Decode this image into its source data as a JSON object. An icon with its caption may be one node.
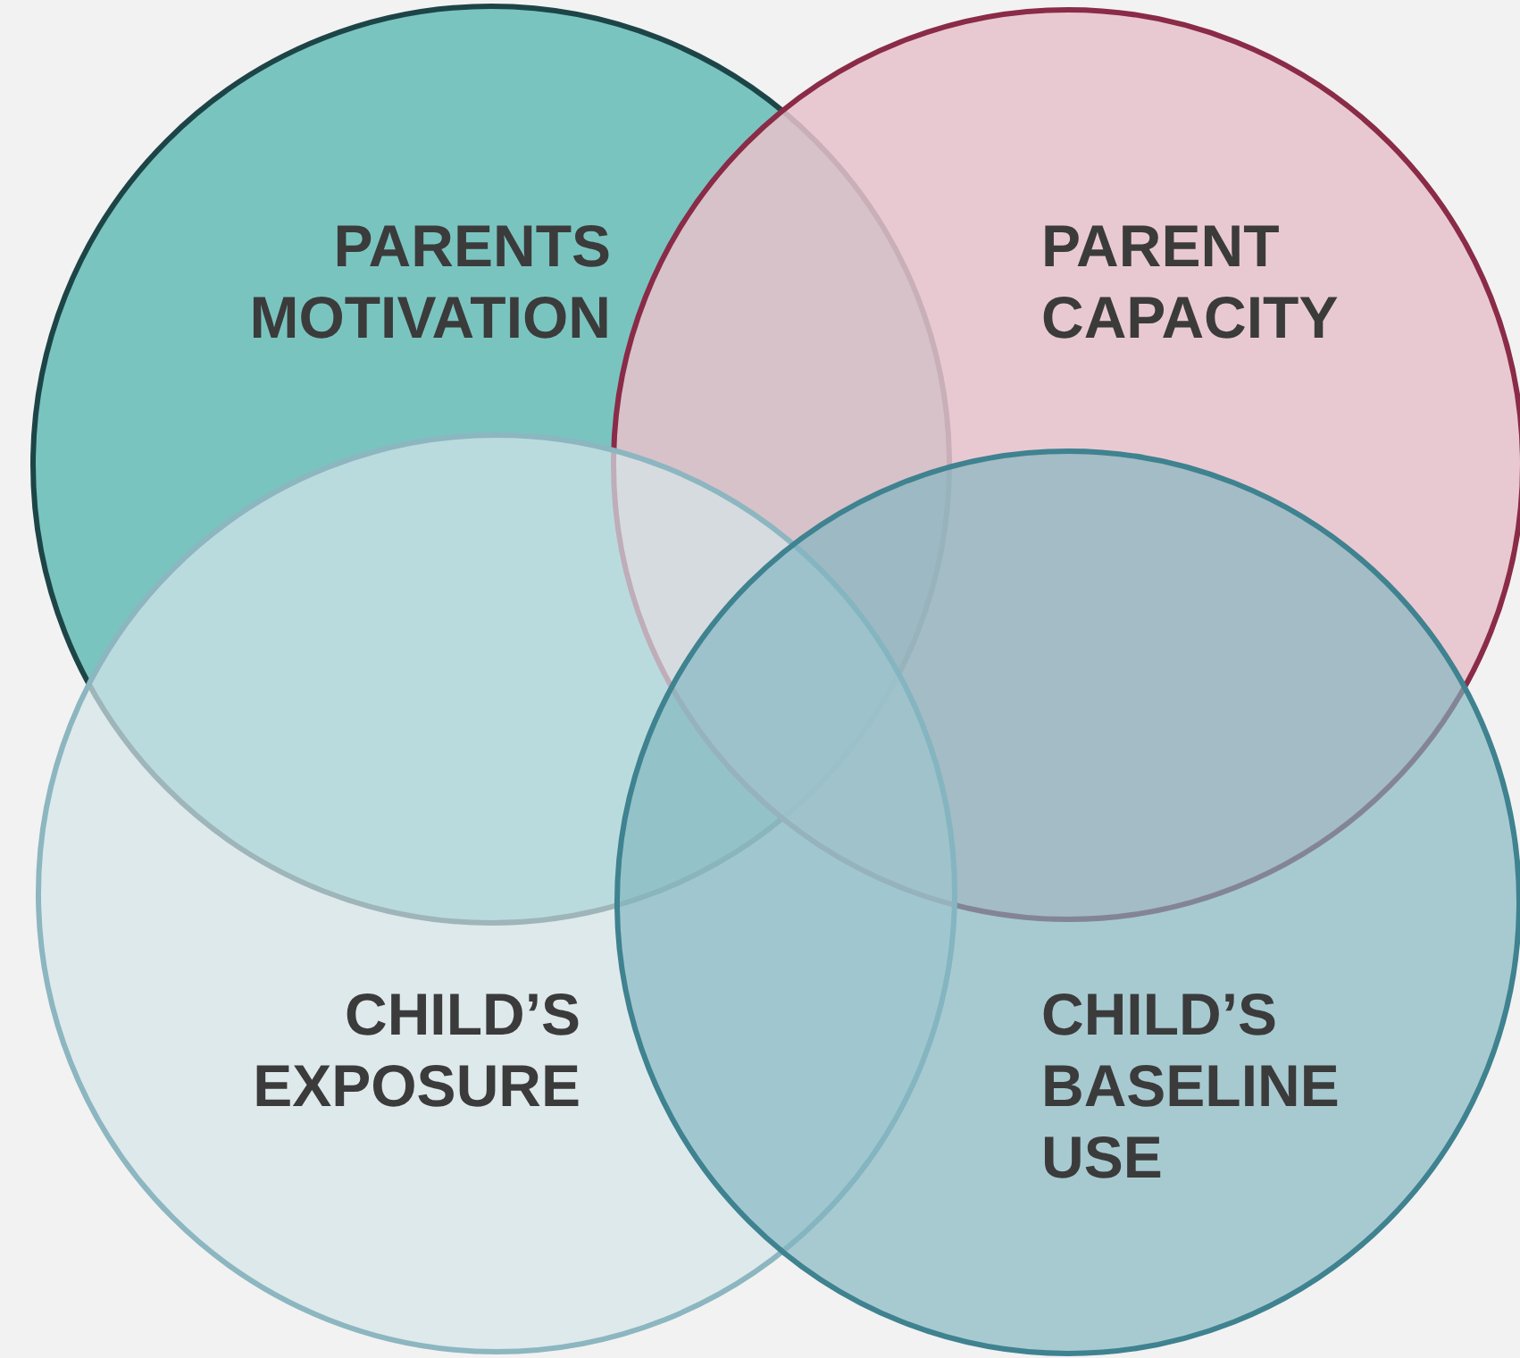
{
  "diagram": {
    "nodes": [
      {
        "text": [
          "PARENTS MOTIVATION"
        ]
      },
      {
        "text": [
          "PARENT CAPACITY"
        ]
      },
      {
        "text": [
          "CHILD’S EXPOSURE"
        ]
      },
      {
        "text": [
          "CHILD’S BASELINE USE"
        ]
      }
    ]
  }
}
